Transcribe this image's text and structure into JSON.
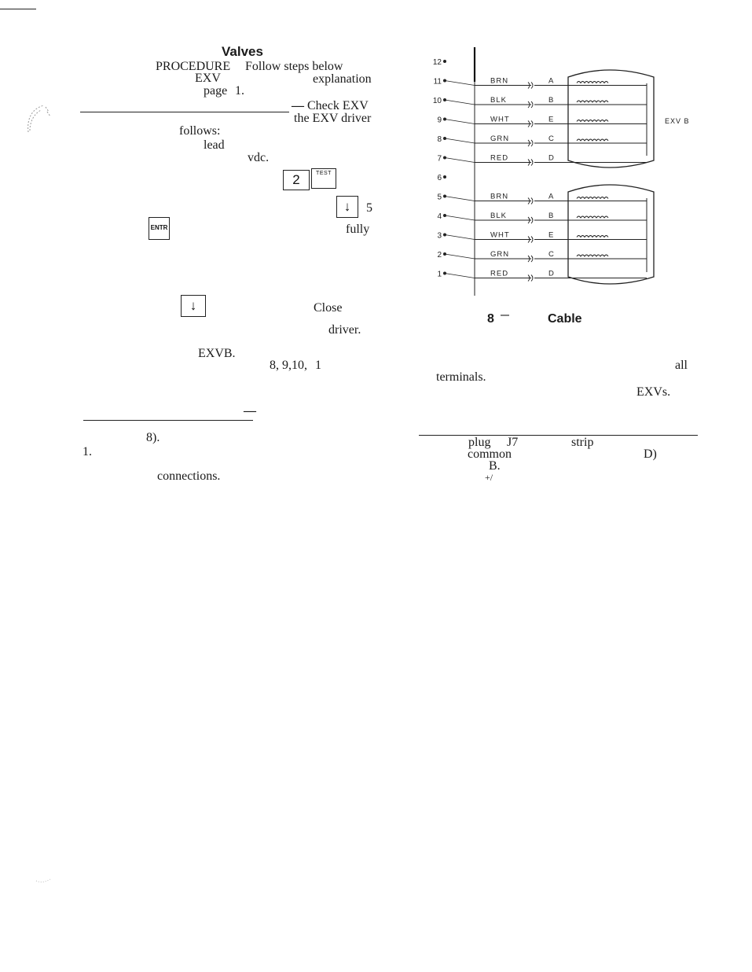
{
  "left_column": {
    "heading": "Valves",
    "line1_a": "PROCEDURE",
    "line1_b": "Follow steps below",
    "line2_a": "EXV",
    "line2_b": "explanation",
    "line3_a": "page",
    "line3_b": "1.",
    "check_text": "Check EXV",
    "driver_text": "the EXV driver",
    "follows": "follows:",
    "lead": "lead",
    "vdc": "vdc.",
    "key_2": "2",
    "key_test": "TEST",
    "key_down_1": "↓",
    "after_down": "5",
    "key_entr": "ENTR",
    "fully": "fully",
    "key_down_2": "↓",
    "close": "Close",
    "driver2": "driver.",
    "exvb": "EXVB.",
    "terminals": "8, 9,10,",
    "terminal_tail": "1",
    "rule2_dash": "—",
    "fig_ref": "8).",
    "step1": "1.",
    "connections": "connections."
  },
  "figure": {
    "caption_num": "8",
    "caption_dash": "—",
    "caption_word": "Cable",
    "exv_label": "EXV B",
    "terminals": [
      "12",
      "11",
      "10",
      "9",
      "8",
      "7",
      "6",
      "5",
      "4",
      "3",
      "2",
      "1"
    ],
    "group_b": [
      {
        "wire": "BRN",
        "pin": "A"
      },
      {
        "wire": "BLK",
        "pin": "B"
      },
      {
        "wire": "WHT",
        "pin": "E"
      },
      {
        "wire": "GRN",
        "pin": "C"
      },
      {
        "wire": "RED",
        "pin": "D"
      }
    ],
    "group_a": [
      {
        "wire": "BRN",
        "pin": "A"
      },
      {
        "wire": "BLK",
        "pin": "B"
      },
      {
        "wire": "WHT",
        "pin": "E"
      },
      {
        "wire": "GRN",
        "pin": "C"
      },
      {
        "wire": "RED",
        "pin": "D"
      }
    ]
  },
  "right_column": {
    "all": "all",
    "terminals": "terminals.",
    "exvs": "EXVs.",
    "plug": "plug",
    "j7": "J7",
    "strip": "strip",
    "common": "common",
    "d_paren": "D)",
    "b": "B.",
    "plus": "+/"
  }
}
